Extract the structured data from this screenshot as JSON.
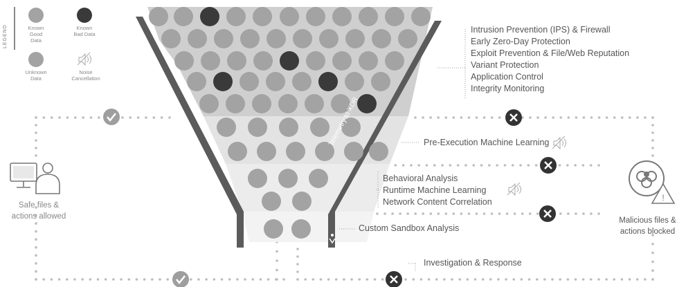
{
  "legend": {
    "title": "LEGEND",
    "known_good": "Known Good Data",
    "known_bad": "Known Bad Data",
    "unknown": "Unknown Data",
    "noise": "Noise Cancellation"
  },
  "layers": {
    "top": [
      "Intrusion Prevention (IPS) & Firewall",
      "Early Zero-Day Protection",
      "Exploit Prevention & File/Web Reputation",
      "Variant Protection",
      "Application Control",
      "Integrity Monitoring"
    ],
    "pre_exec": "Pre-Execution Machine Learning",
    "behavior": [
      "Behavioral Analysis",
      "Runtime Machine Learning",
      "Network Content Correlation"
    ],
    "sandbox": "Custom Sandbox Analysis",
    "investigation": "Investigation & Response"
  },
  "telemetry_label": "Telemetry to XDR",
  "left_outcome": {
    "line1": "Safe files &",
    "line2": "actions allowed"
  },
  "right_outcome": {
    "line1": "Malicious files &",
    "line2": "actions blocked"
  },
  "colors": {
    "good_ball": "#a3a3a3",
    "bad_ball": "#3a3a3a",
    "funnel_band_1": "#cfcfcf",
    "funnel_band_2": "#e3e3e3",
    "funnel_band_3": "#ececec",
    "dots": "#bdbdbd",
    "dark_mark": "#3a3a3a",
    "wall": "#5b5b5b",
    "text": "#555555"
  },
  "icons": {
    "allowed": "check-icon",
    "blocked": "x-icon",
    "computer": "computer-user-icon",
    "biohazard": "biohazard-warning-icon",
    "noise": "muted-speaker-icon"
  }
}
